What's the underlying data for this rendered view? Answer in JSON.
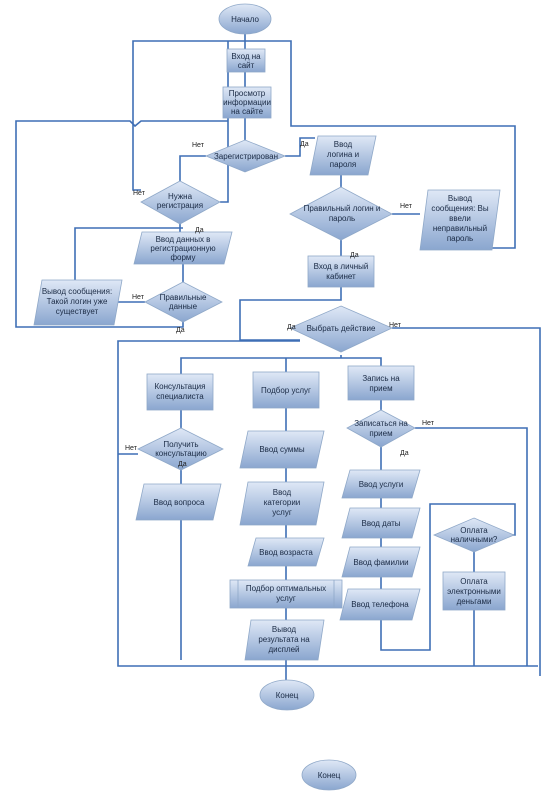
{
  "colors": {
    "node_top": "#dfe8f6",
    "node_bottom": "#8aa6cf",
    "edge": "#3f6fb5",
    "text": "#1a2a44"
  },
  "nodes": {
    "start": "Начало",
    "site_entry": [
      "Вход на",
      "сайт"
    ],
    "view_info": [
      "Просмотр",
      "информации",
      "на сайте"
    ],
    "registered": "Зарегистрирован",
    "login_input": [
      "Ввод",
      "логина и",
      "пароля"
    ],
    "need_reg": [
      "Нужна",
      "регистрация"
    ],
    "login_correct": [
      "Правильный логин и",
      "пароль"
    ],
    "wrong_pwd_msg": [
      "Вывод",
      "сообщения: Вы",
      "ввели",
      "неправильный",
      "пароль"
    ],
    "reg_form": [
      "Ввод данных в",
      "регистрационную",
      "форму"
    ],
    "cabinet": [
      "Вход в личный",
      "кабинет"
    ],
    "login_exists_msg": [
      "Вывод сообщения:",
      "Такой логин уже",
      "существует"
    ],
    "data_ok": [
      "Правильные",
      "данные"
    ],
    "choose_action": "Выбрать действие",
    "consult": [
      "Консультация",
      "специалиста"
    ],
    "selection": "Подбор услуг",
    "appointment": [
      "Запись на",
      "прием"
    ],
    "get_consult": [
      "Получить",
      "консультацию"
    ],
    "sum_input": "Ввод суммы",
    "make_appt": [
      "Записаться на",
      "прием"
    ],
    "question_input": "Ввод вопроса",
    "category_input": [
      "Ввод",
      "категории",
      "услуг"
    ],
    "service_input": "Ввод услуги",
    "date_input": "Ввод даты",
    "age_input": "Ввод возраста",
    "payment_cash": [
      "Оплата",
      "наличными?"
    ],
    "surname_input": "Ввод фамилии",
    "optimal_services": [
      "Подбор оптимальных",
      "услуг"
    ],
    "phone_input": "Ввод телефона",
    "e_payment": [
      "Оплата",
      "электронными",
      "деньгами"
    ],
    "result_output": [
      "Вывод",
      "результата на",
      "дисплей"
    ],
    "end": "Конец",
    "end_duplicate": "Конец"
  },
  "labels": {
    "yes": "Да",
    "no": "Нет"
  }
}
